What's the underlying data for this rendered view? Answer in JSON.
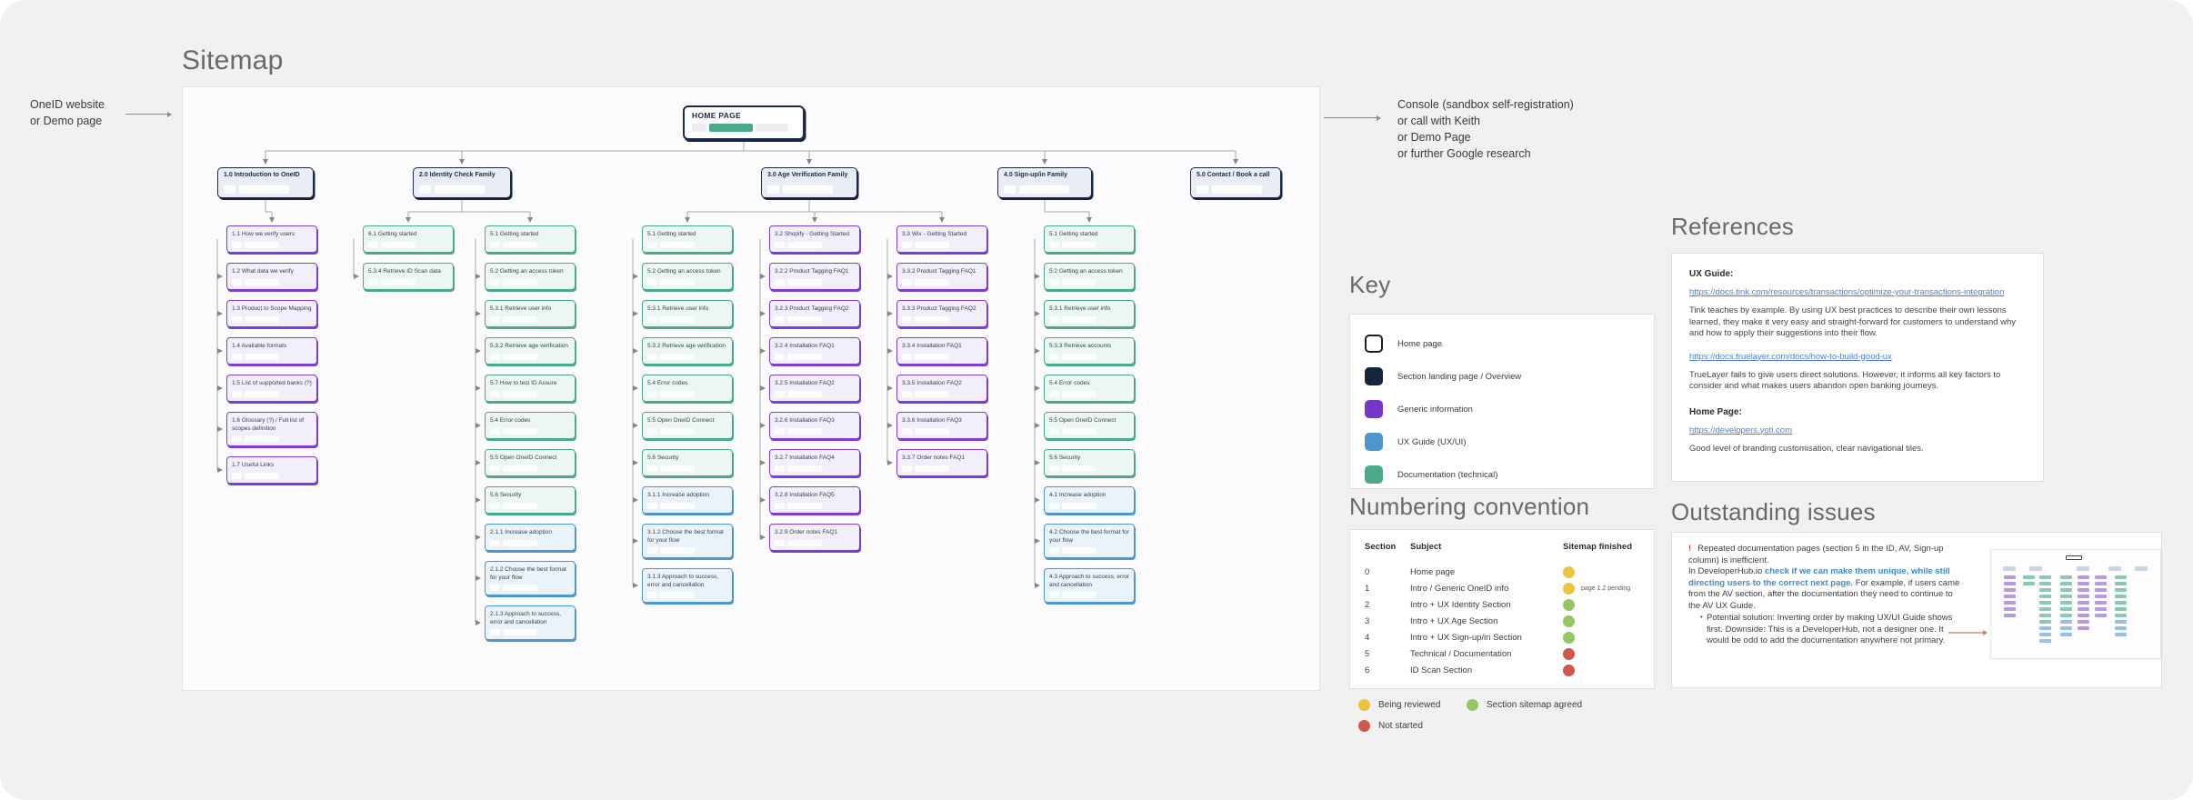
{
  "page": {
    "title": "Sitemap"
  },
  "colors": {
    "navy": "#1b2a4a",
    "navy_fill": "#e9eef6",
    "purple": "#7c3ed2",
    "purple_fill": "#f3eefc",
    "green": "#4aa98b",
    "green_fill": "#ecf7f2",
    "blue": "#4f96cd",
    "blue_fill": "#eaf2fa",
    "progress_green": "#4aa98b",
    "link_blue": "#4d7fd6",
    "highlight_blue": "#4189c7",
    "alert_red": "#d23b2e",
    "dot_yellow": "#ecc33e",
    "dot_green": "#94c662",
    "dot_red": "#d0574d"
  },
  "annotations": {
    "left_lines": [
      "OneID website",
      "or Demo page"
    ],
    "right_lines": [
      "Console (sandbox self-registration)",
      "or call with Keith",
      "or Demo Page",
      "or further Google research"
    ]
  },
  "sitemap": {
    "home": {
      "label": "HOME PAGE"
    },
    "families": [
      {
        "label": "1.0 Introduction to OneID"
      },
      {
        "label": "2.0 Identity Check Family"
      },
      {
        "label": "3.0 Age Verification Family"
      },
      {
        "label": "4.0 Sign-up/in Family"
      },
      {
        "label": "5.0 Contact / Book a call"
      }
    ],
    "columns": [
      {
        "family": 0,
        "nodes": [
          {
            "label": "1.1 How we verify users",
            "type": "info"
          },
          {
            "label": "1.2 What data we verify",
            "type": "info"
          },
          {
            "label": "1.3 Product to Scope Mapping",
            "type": "info"
          },
          {
            "label": "1.4 Available formats",
            "type": "info"
          },
          {
            "label": "1.5 List of supported banks (?)",
            "type": "info"
          },
          {
            "label": "1.6 Glossary (?) / Full list of scopes definition",
            "type": "info"
          },
          {
            "label": "1.7 Useful Links",
            "type": "info"
          }
        ]
      },
      {
        "family": 1,
        "nodes": [
          {
            "label": "6.1 Getting started",
            "type": "doc"
          },
          {
            "label": "5.3.4 Retrieve ID Scan data",
            "type": "doc"
          }
        ]
      },
      {
        "family": 1,
        "nodes": [
          {
            "label": "5.1 Getting started",
            "type": "doc"
          },
          {
            "label": "5.2 Getting an access token",
            "type": "doc"
          },
          {
            "label": "5.3.1 Retrieve user info",
            "type": "doc"
          },
          {
            "label": "5.3.2 Retrieve age verification",
            "type": "doc"
          },
          {
            "label": "5.7 How to test ID Assure",
            "type": "doc"
          },
          {
            "label": "5.4 Error codes",
            "type": "doc"
          },
          {
            "label": "5.5 Open OneID Connect",
            "type": "doc"
          },
          {
            "label": "5.6 Security",
            "type": "doc"
          },
          {
            "label": "2.1.1 Increase adoption",
            "type": "ux"
          },
          {
            "label": "2.1.2 Choose the best format for your flow",
            "type": "ux"
          },
          {
            "label": "2.1.3 Approach to success, error and cancellation",
            "type": "ux"
          }
        ]
      },
      {
        "family": 2,
        "nodes": [
          {
            "label": "5.1 Getting started",
            "type": "doc"
          },
          {
            "label": "5.2 Getting an access token",
            "type": "doc"
          },
          {
            "label": "5.3.1 Retrieve user info",
            "type": "doc"
          },
          {
            "label": "5.3.2 Retrieve age verification",
            "type": "doc"
          },
          {
            "label": "5.4 Error codes",
            "type": "doc"
          },
          {
            "label": "5.5 Open OneID Connect",
            "type": "doc"
          },
          {
            "label": "5.6 Security",
            "type": "doc"
          },
          {
            "label": "3.1.1 Increase adoption",
            "type": "ux"
          },
          {
            "label": "3.1.2 Choose the best format for your flow",
            "type": "ux"
          },
          {
            "label": "3.1.3 Approach to success, error and cancellation",
            "type": "ux"
          }
        ]
      },
      {
        "family": 2,
        "nodes": [
          {
            "label": "3.2 Shopify - Getting Started",
            "type": "info"
          },
          {
            "label": "3.2.2 Product Tagging FAQ1",
            "type": "info"
          },
          {
            "label": "3.2.3 Product Tagging FAQ2",
            "type": "info"
          },
          {
            "label": "3.2.4 Installation FAQ1",
            "type": "info"
          },
          {
            "label": "3.2.5 Installation FAQ2",
            "type": "info"
          },
          {
            "label": "3.2.6 Installation FAQ3",
            "type": "info"
          },
          {
            "label": "3.2.7 Installation FAQ4",
            "type": "info"
          },
          {
            "label": "3.2.8 Installation FAQ5",
            "type": "info"
          },
          {
            "label": "3.2.9 Order notes FAQ1",
            "type": "info"
          }
        ]
      },
      {
        "family": 2,
        "nodes": [
          {
            "label": "3.3 Wix - Getting Started",
            "type": "info"
          },
          {
            "label": "3.3.2 Product Tagging FAQ1",
            "type": "info"
          },
          {
            "label": "3.3.3 Product Tagging FAQ2",
            "type": "info"
          },
          {
            "label": "3.3.4 Installation FAQ1",
            "type": "info"
          },
          {
            "label": "3.3.5 Installation FAQ2",
            "type": "info"
          },
          {
            "label": "3.3.6 Installation FAQ3",
            "type": "info"
          },
          {
            "label": "3.3.7 Order notes FAQ1",
            "type": "info"
          }
        ]
      },
      {
        "family": 3,
        "nodes": [
          {
            "label": "5.1 Getting started",
            "type": "doc"
          },
          {
            "label": "5.2 Getting an access token",
            "type": "doc"
          },
          {
            "label": "5.3.1 Retrieve user info",
            "type": "doc"
          },
          {
            "label": "5.3.3 Retrieve accounts",
            "type": "doc"
          },
          {
            "label": "5.4 Error codes",
            "type": "doc"
          },
          {
            "label": "5.5 Open OneID Connect",
            "type": "doc"
          },
          {
            "label": "5.6 Security",
            "type": "doc"
          },
          {
            "label": "4.1 Increase adoption",
            "type": "ux"
          },
          {
            "label": "4.2 Choose the best format for your flow",
            "type": "ux"
          },
          {
            "label": "4.3 Approach to success, error and cancellation",
            "type": "ux"
          }
        ]
      }
    ]
  },
  "key": {
    "title": "Key",
    "items": [
      {
        "label": "Home page",
        "type": "home"
      },
      {
        "label": "Section landing page / Overview",
        "type": "navy"
      },
      {
        "label": "Generic information",
        "type": "purple"
      },
      {
        "label": "UX Guide (UX/UI)",
        "type": "blue"
      },
      {
        "label": "Documentation (technical)",
        "type": "green"
      }
    ]
  },
  "numbering": {
    "title": "Numbering convention",
    "headers": [
      "Section",
      "Subject",
      "Sitemap finished"
    ],
    "rows": [
      {
        "section": "0",
        "subject": "Home page",
        "status": "yellow",
        "note": ""
      },
      {
        "section": "1",
        "subject": "Intro / Generic OneID info",
        "status": "yellow",
        "note": "page 1.2 pending"
      },
      {
        "section": "2",
        "subject": "Intro + UX Identity Section",
        "status": "green",
        "note": ""
      },
      {
        "section": "3",
        "subject": "Intro + UX Age Section",
        "status": "green",
        "note": ""
      },
      {
        "section": "4",
        "subject": "Intro + UX Sign-up/in Section",
        "status": "green",
        "note": ""
      },
      {
        "section": "5",
        "subject": "Technical / Documentation",
        "status": "red",
        "note": ""
      },
      {
        "section": "6",
        "subject": "ID Scan Section",
        "status": "red",
        "note": ""
      }
    ]
  },
  "status_legend": [
    {
      "label": "Being reviewed",
      "status": "yellow"
    },
    {
      "label": "Section sitemap agreed",
      "status": "green"
    },
    {
      "label": "Not started",
      "status": "red"
    }
  ],
  "references": {
    "title": "References",
    "entries": [
      {
        "heading": "UX Guide:",
        "link": "https://docs.tink.com/resources/transactions/optimize-your-transactions-integration",
        "text": "Tink teaches by example. By using UX best practices to describe their own lessons learned, they make it very easy and straight-forward for customers to understand why and how to apply their suggestions into their flow."
      },
      {
        "heading": "",
        "link": "https://docs.truelayer.com/docs/how-to-build-good-ux",
        "text": "TrueLayer fails to give users direct solutions. However, it informs all key factors to consider and what makes users abandon open banking journeys."
      },
      {
        "heading": "Home Page:",
        "link": "https://developers.yoti.com",
        "text": "Good level of branding customisation, clear navigational tiles."
      }
    ]
  },
  "outstanding": {
    "title": "Outstanding issues",
    "alert_mark": "!",
    "p1": "Repeated documentation pages (section 5 in the ID, AV, Sign-up column) is inefficient.",
    "p2_prefix": "In DeveloperHub.io ",
    "p2_highlight": "check if we can make them unique, while still directing users to the correct next page.",
    "p2_suffix": " For example, if users came from the AV section, after the documentation they need to continue to the AV UX Guide.",
    "bullet": "Potential solution: Inverting order by making UX/UI Guide shows first. Downside: This is a DeveloperHub, not a designer one. It would be odd to add the documentation anywhere not primary."
  }
}
